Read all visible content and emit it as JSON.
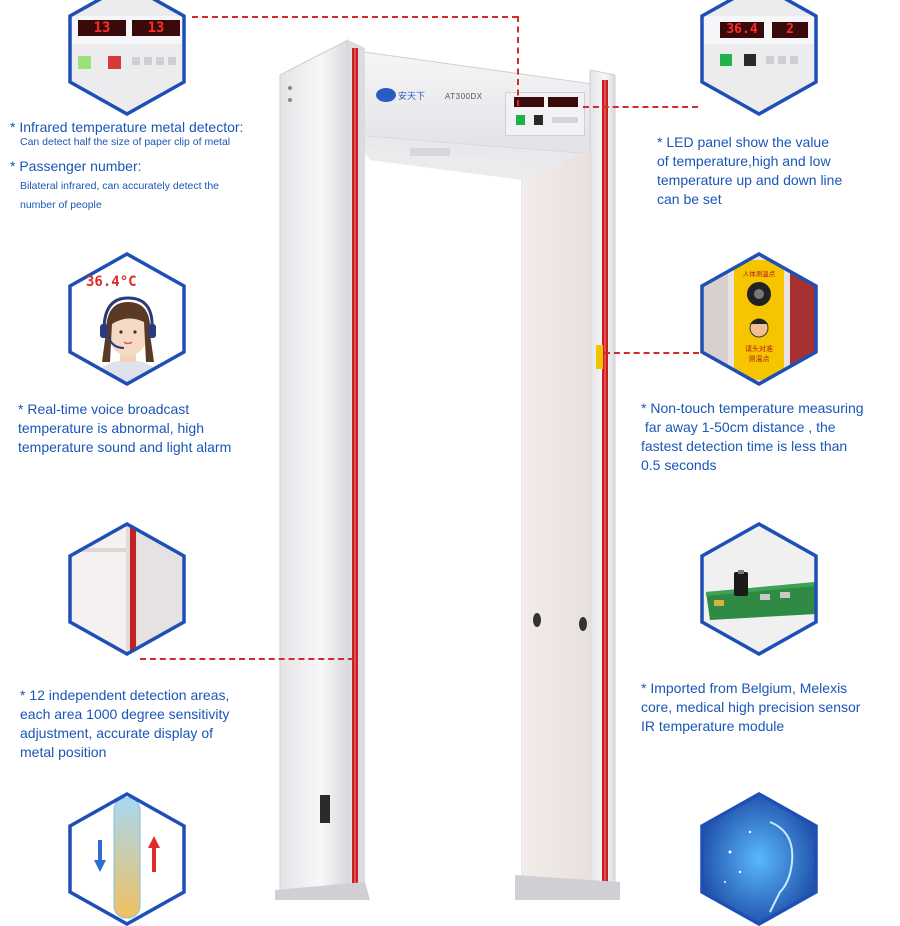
{
  "panel_top_left": {
    "left_display": "13",
    "right_display": "13"
  },
  "panel_top_right": {
    "left_display": "36.4",
    "right_display": "2"
  },
  "device": {
    "brand": "安天下",
    "model": "AT300DX"
  },
  "temp_bubble": "36.4°C",
  "sticker": {
    "line1": "人体测温点",
    "line2": "请头对准",
    "line3": "测温点"
  },
  "features": {
    "infrared_title": "* Infrared temperature metal detector:",
    "infrared_sub": "Can detect half the size of paper clip of metal",
    "passenger_title": "* Passenger number:",
    "passenger_sub_1": "Bilateral infrared, can accurately detect the",
    "passenger_sub_2": "number of people",
    "led_1": "* LED panel show the value",
    "led_2": "of temperature,high and low",
    "led_3": "temperature up and down line",
    "led_4": "can be set",
    "voice_1": "* Real-time voice broadcast",
    "voice_2": "temperature is abnormal, high",
    "voice_3": "temperature sound and light alarm",
    "touch_1": "* Non-touch temperature measuring",
    "touch_2": " far away 1-50cm distance , the",
    "touch_3": "fastest detection time is less than",
    "touch_4": "0.5 seconds",
    "zones_1": "* 12 independent detection areas,",
    "zones_2": "each area 1000 degree sensitivity",
    "zones_3": "adjustment, accurate display of",
    "zones_4": "metal position",
    "sensor_1": "* Imported from Belgium, Melexis",
    "sensor_2": "core, medical high precision sensor",
    "sensor_3": "IR temperature module"
  },
  "colors": {
    "text": "#1a56b8",
    "hex_border": "#1d4fb6",
    "dash": "#d42a2a",
    "led": "#ff2b2b",
    "pillar_light": "#c62020"
  }
}
